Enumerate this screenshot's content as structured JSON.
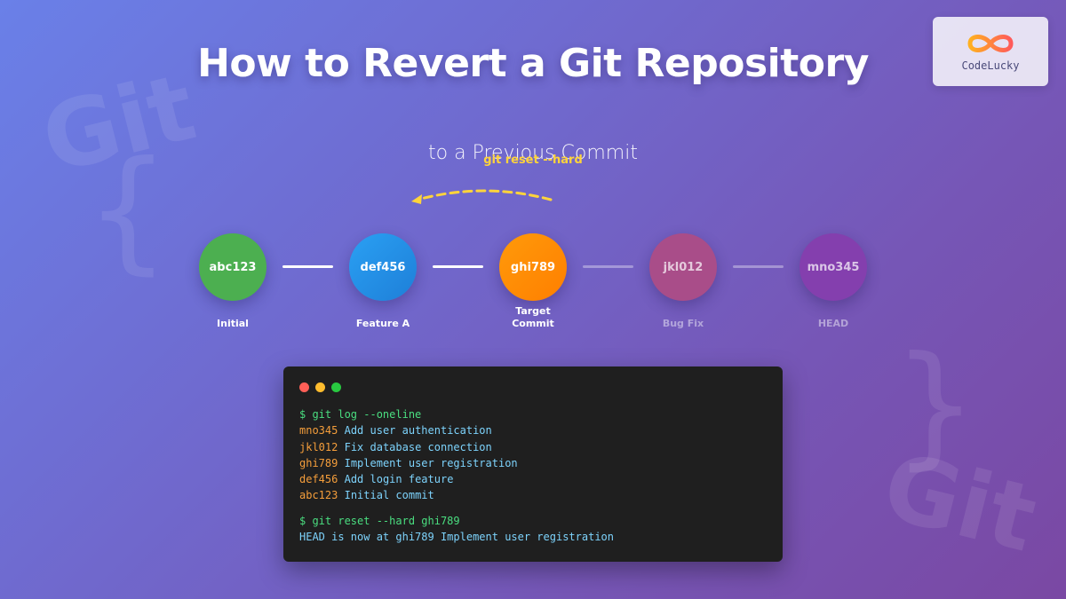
{
  "header": {
    "title": "How to Revert a Git Repository",
    "subtitle": "to a Previous Commit",
    "reset_label": "git reset --hard"
  },
  "logo": {
    "text": "CodeLucky"
  },
  "background_decor": {
    "left_text": "Git",
    "right_text": "Git",
    "left_brace": "{",
    "right_brace": "}"
  },
  "commits": [
    {
      "hash": "abc123",
      "label": "Initial",
      "color": "#4caf50",
      "faded": false
    },
    {
      "hash": "def456",
      "label": "Feature A",
      "color": "#2196f3",
      "faded": false
    },
    {
      "hash": "ghi789",
      "label": "Target Commit",
      "label_line1": "Target",
      "label_line2": "Commit",
      "color": "#ff8c00",
      "faded": false
    },
    {
      "hash": "jkl012",
      "label": "Bug Fix",
      "color": "#b04a86",
      "faded": true
    },
    {
      "hash": "mno345",
      "label": "HEAD",
      "color": "#8a44b0",
      "faded": true
    }
  ],
  "terminal": {
    "window_dots": [
      "#ff5f57",
      "#febc2e",
      "#28c840"
    ],
    "command1": "$ git log --oneline",
    "log": [
      {
        "hash": "mno345",
        "message": "Add user authentication"
      },
      {
        "hash": "jkl012",
        "message": "Fix database connection"
      },
      {
        "hash": "ghi789",
        "message": "Implement user registration"
      },
      {
        "hash": "def456",
        "message": "Add login feature"
      },
      {
        "hash": "abc123",
        "message": "Initial commit"
      }
    ],
    "command2": "$ git reset --hard ghi789",
    "output": "HEAD is now at ghi789 Implement user registration"
  },
  "colors": {
    "accent_yellow": "#ffd43b",
    "terminal_bg": "#1f1f1f",
    "command_green": "#4ade80",
    "hash_orange": "#f59e3b",
    "message_cyan": "#7dd3fc"
  }
}
